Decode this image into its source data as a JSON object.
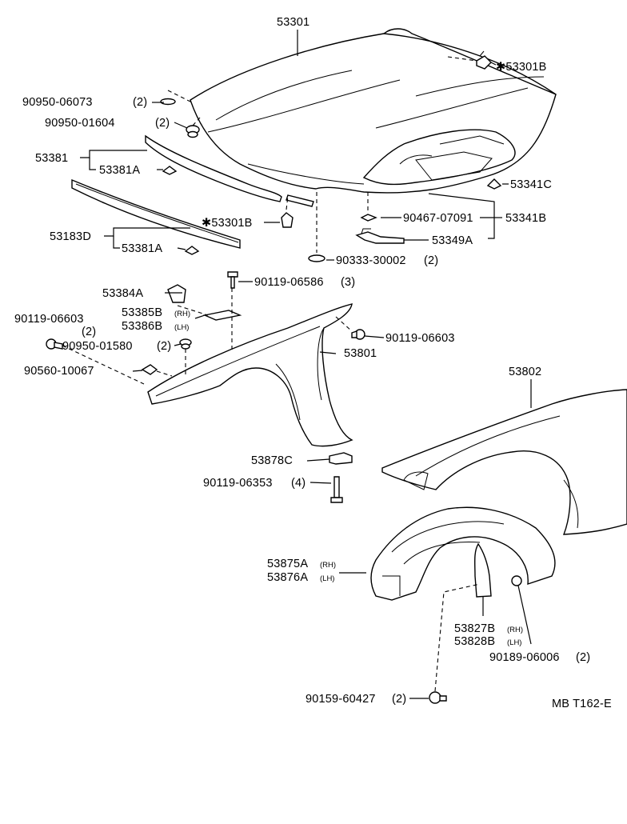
{
  "diagram": {
    "ref_code": "MB T162-E",
    "labels": {
      "hood": "53301",
      "hood_bumper_right": "✱53301B",
      "hood_bumper_center": "✱53301B",
      "clip_90950_06073": "90950-06073",
      "clip_90950_06073_qty": "(2)",
      "clip_90950_01604": "90950-01604",
      "clip_90950_01604_qty": "(2)",
      "seal_53381": "53381",
      "seal_53381A_1": "53381A",
      "seal_53381A_2": "53381A",
      "seal_53183D": "53183D",
      "cushion_53341C": "53341C",
      "cushion_53341B": "53341B",
      "clip_90467_07091": "90467-07091",
      "bracket_53349A": "53349A",
      "plug_90333_30002": "90333-30002",
      "plug_90333_30002_qty": "(2)",
      "bracket_53384A": "53384A",
      "bolt_90119_06586": "90119-06586",
      "bolt_90119_06586_qty": "(3)",
      "bracket_53385B": "53385B",
      "bracket_53385B_side": "(RH)",
      "bracket_53386B": "53386B",
      "bracket_53386B_side": "(LH)",
      "bolt_90119_06603_left": "90119-06603",
      "bolt_90119_06603_left_qty": "(2)",
      "bolt_90119_06603_right": "90119-06603",
      "clip_90950_01580": "90950-01580",
      "clip_90950_01580_qty": "(2)",
      "nut_90560_10067": "90560-10067",
      "fender_53801": "53801",
      "fender_53802": "53802",
      "bracket_53878C": "53878C",
      "bolt_90119_06353": "90119-06353",
      "bolt_90119_06353_qty": "(4)",
      "liner_53875A": "53875A",
      "liner_53875A_side": "(RH)",
      "liner_53876A": "53876A",
      "liner_53876A_side": "(LH)",
      "flap_53827B": "53827B",
      "flap_53827B_side": "(RH)",
      "flap_53828B": "53828B",
      "flap_53828B_side": "(LH)",
      "screw_90189_06006": "90189-06006",
      "screw_90189_06006_qty": "(2)",
      "screw_90159_60427": "90159-60427",
      "screw_90159_60427_qty": "(2)"
    }
  }
}
